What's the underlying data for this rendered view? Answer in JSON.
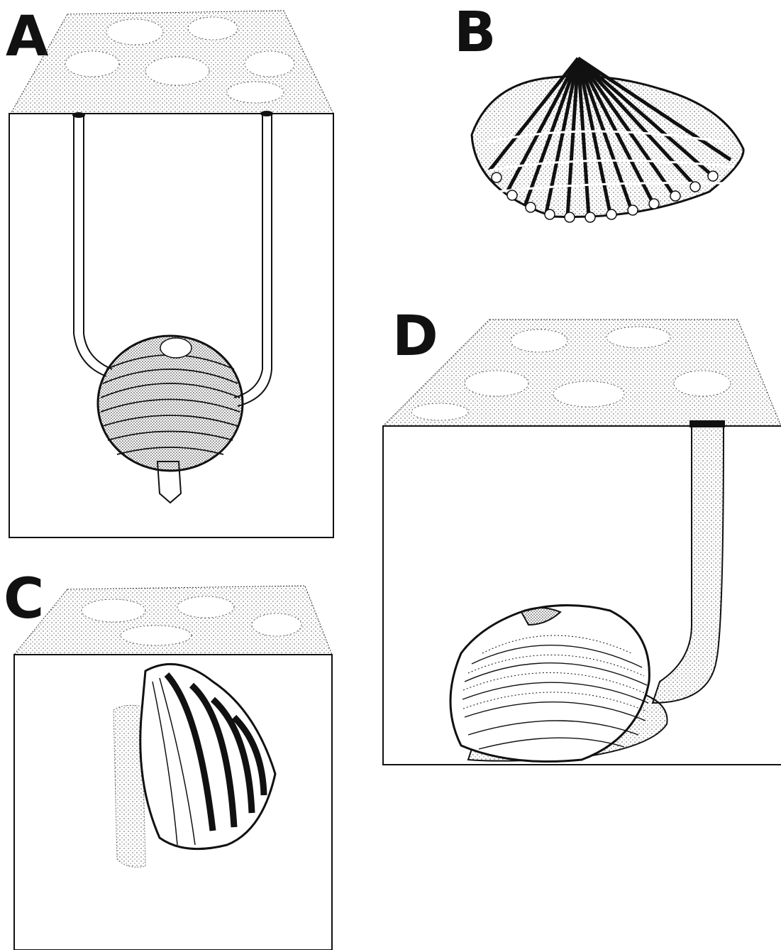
{
  "panels": {
    "a": {
      "letter": "A"
    },
    "b": {
      "letter": "B"
    },
    "c": {
      "letter": "C"
    },
    "d": {
      "letter": "D"
    }
  },
  "colors": {
    "ink": "#111111",
    "paper": "#ffffff",
    "stipple": "#444444"
  }
}
